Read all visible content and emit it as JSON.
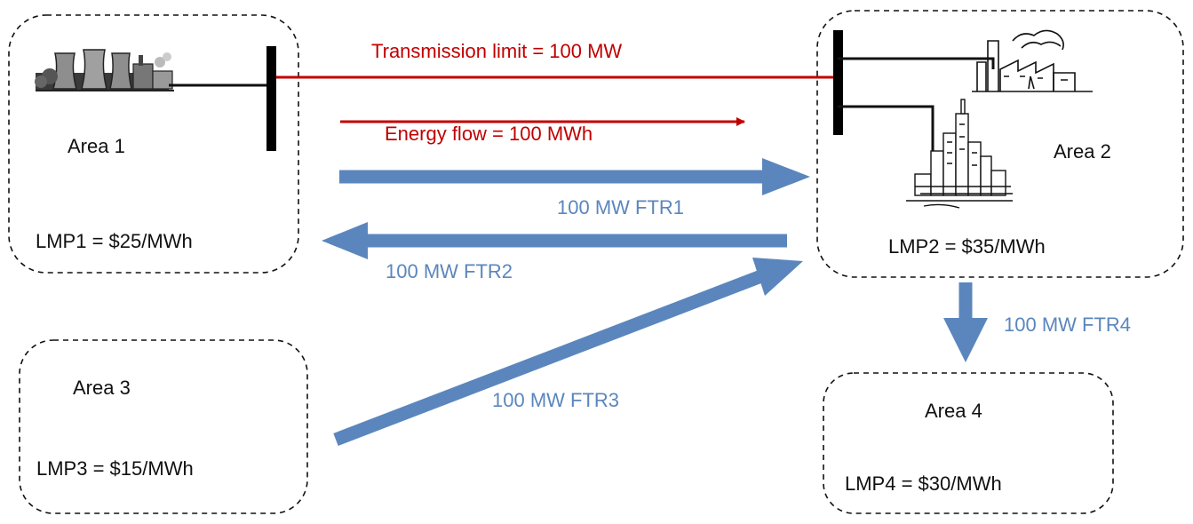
{
  "areas": {
    "area1": {
      "name": "Area 1",
      "lmp": "LMP1 = $25/MWh"
    },
    "area2": {
      "name": "Area 2",
      "lmp": "LMP2 = $35/MWh"
    },
    "area3": {
      "name": "Area 3",
      "lmp": "LMP3 = $15/MWh"
    },
    "area4": {
      "name": "Area 4",
      "lmp": "LMP4 = $30/MWh"
    }
  },
  "transmission": {
    "limit_label": "Transmission limit = 100 MW",
    "flow_label": "Energy flow = 100 MWh",
    "color": "#c00000"
  },
  "ftrs": {
    "ftr1": "100 MW FTR1",
    "ftr2": "100 MW FTR2",
    "ftr3": "100 MW FTR3",
    "ftr4": "100 MW FTR4",
    "color": "#5b86bd"
  },
  "icons": {
    "area1": "power-plant-icon",
    "area2_top": "factory-icon",
    "area2_bottom": "city-skyline-icon"
  }
}
